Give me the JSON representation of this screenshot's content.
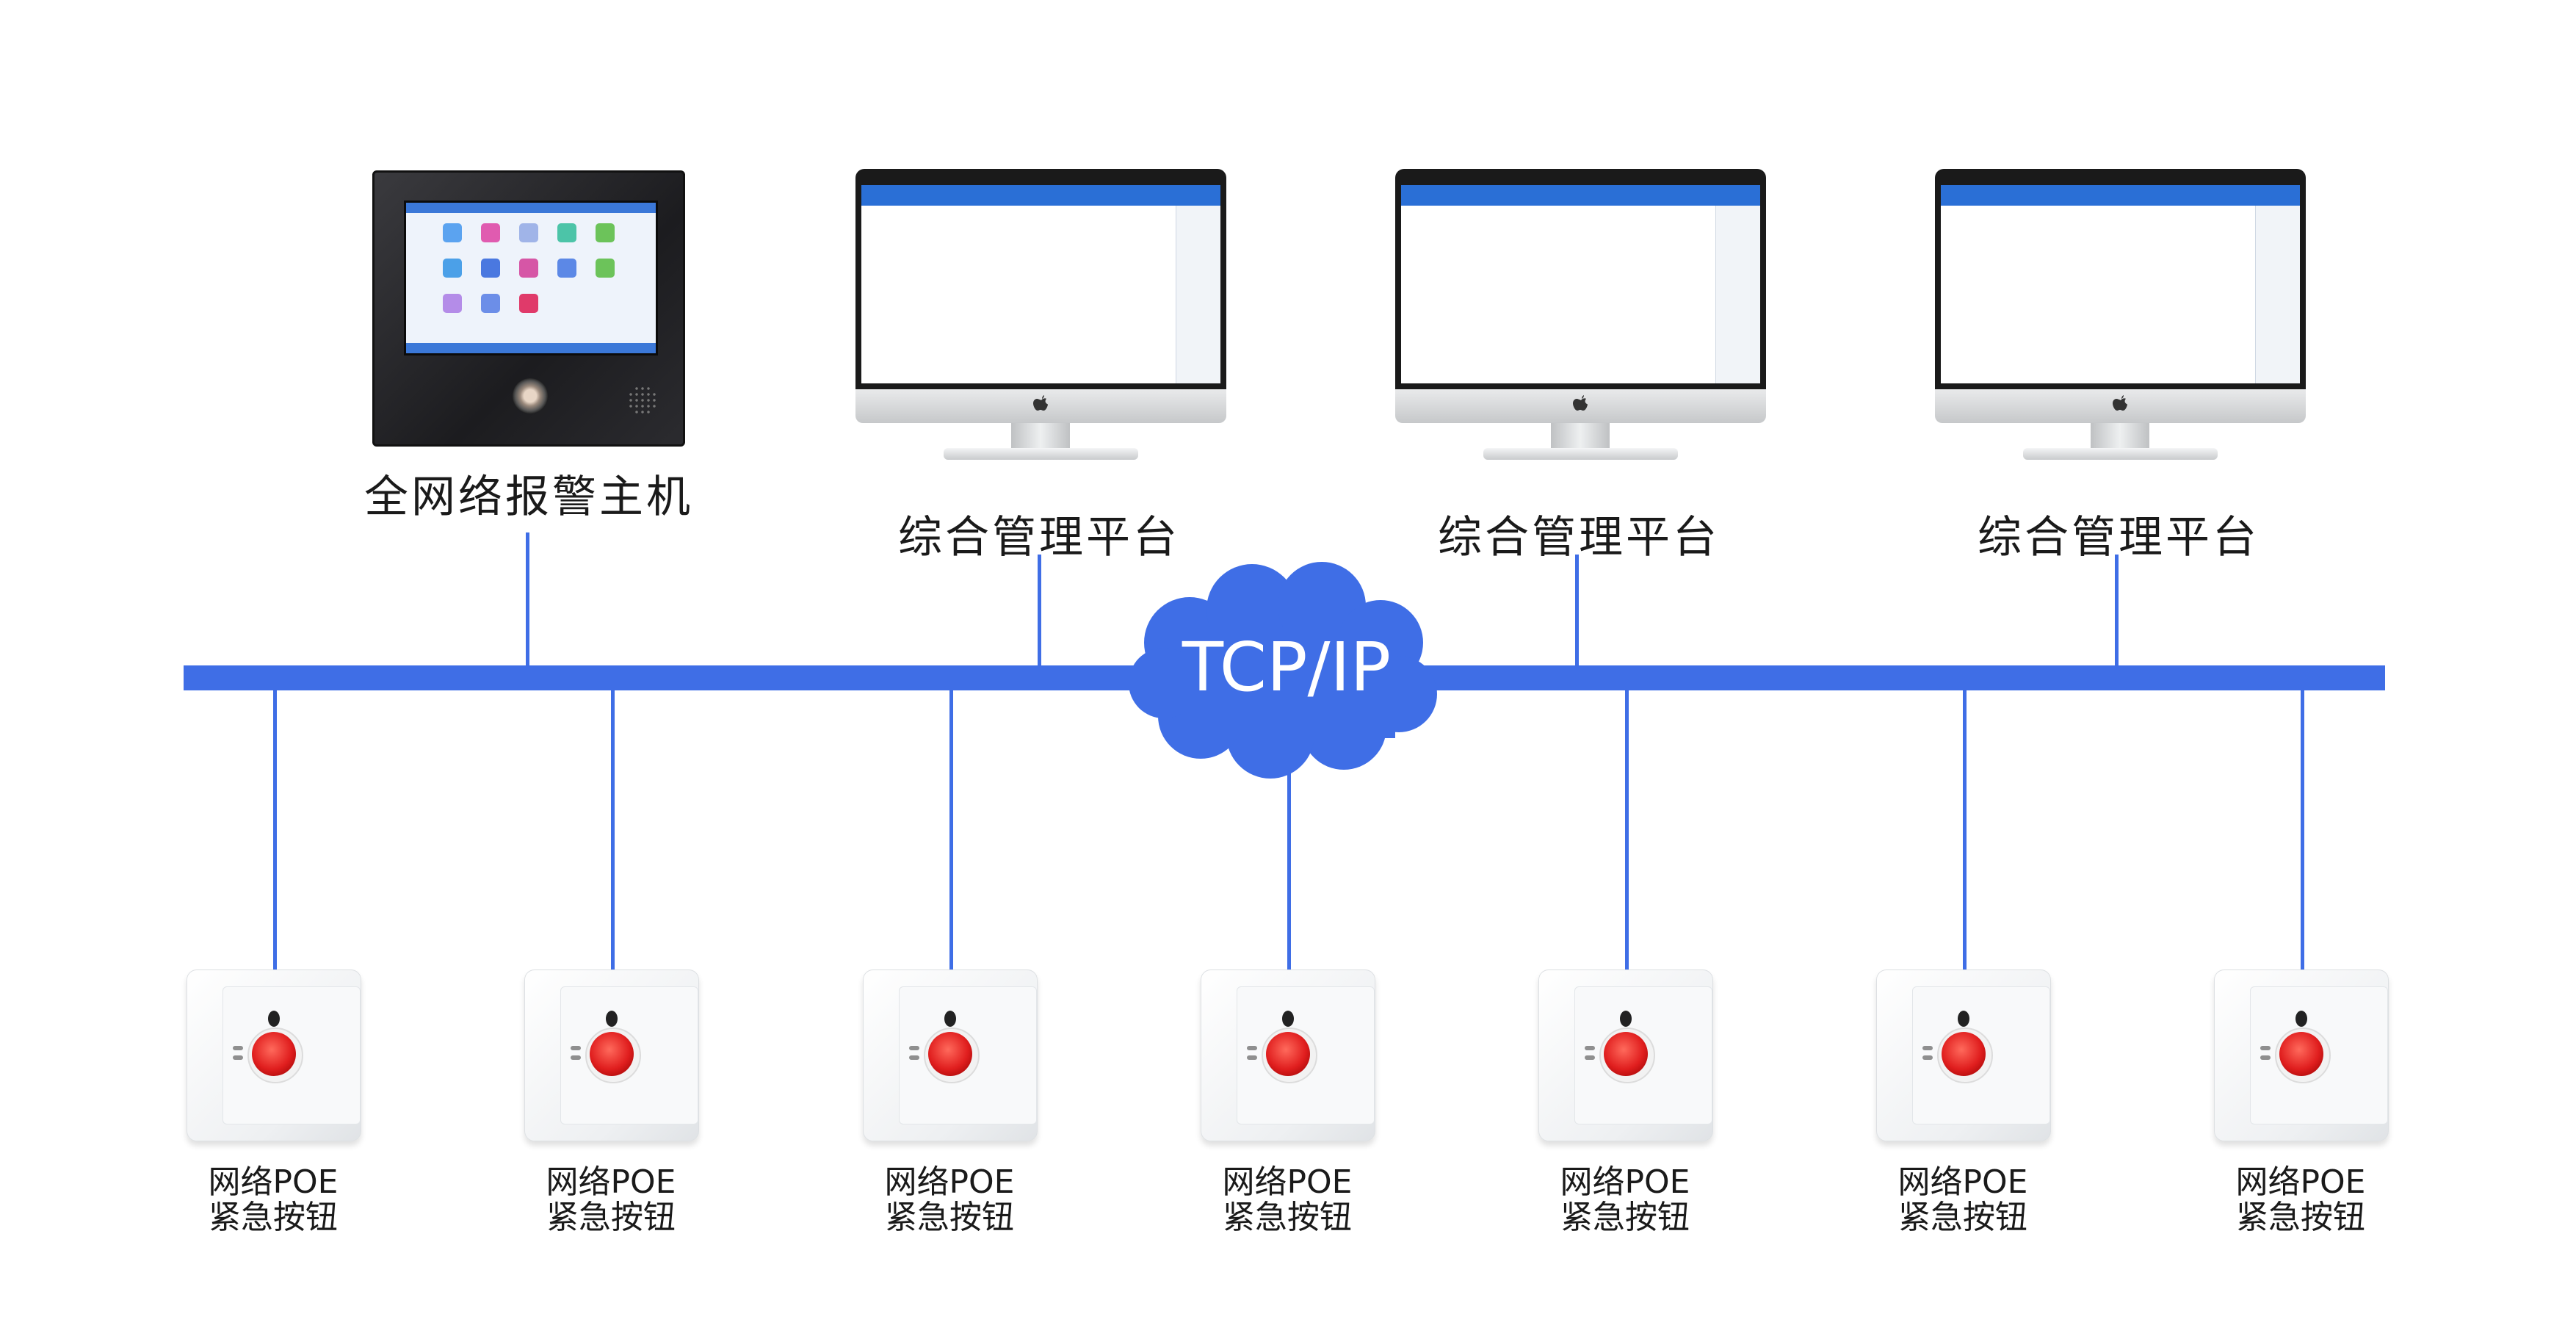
{
  "network": {
    "label": "TCP/IP",
    "line_color": "#3f6ee6"
  },
  "host": {
    "label": "全网络报警主机"
  },
  "platforms": [
    {
      "label": "综合管理平台"
    },
    {
      "label": "综合管理平台"
    },
    {
      "label": "综合管理平台"
    }
  ],
  "buttons": [
    {
      "line1": "网络POE",
      "line2": "紧急按钮"
    },
    {
      "line1": "网络POE",
      "line2": "紧急按钮"
    },
    {
      "line1": "网络POE",
      "line2": "紧急按钮"
    },
    {
      "line1": "网络POE",
      "line2": "紧急按钮"
    },
    {
      "line1": "网络POE",
      "line2": "紧急按钮"
    },
    {
      "line1": "网络POE",
      "line2": "紧急按钮"
    },
    {
      "line1": "网络POE",
      "line2": "紧急按钮"
    }
  ],
  "colors": {
    "cloud": "#3f6ee6",
    "alarm_red": "#e01e1e",
    "ui_blue": "#2a6fd6"
  }
}
